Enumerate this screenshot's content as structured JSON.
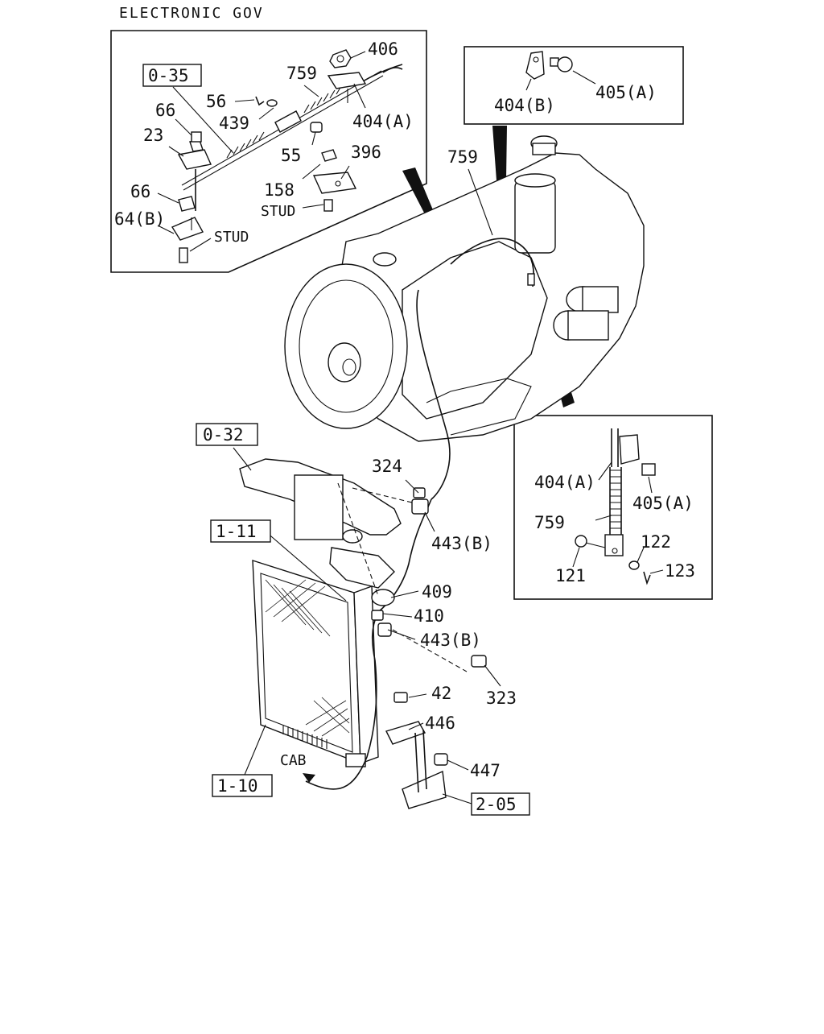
{
  "title": "ELECTRONIC GOV",
  "refs": {
    "r035": "0-35",
    "r032": "0-32",
    "r111": "1-11",
    "r110": "1-10",
    "r205": "2-05"
  },
  "words": {
    "stud": "STUD",
    "cab": "CAB"
  },
  "inset_left": {
    "p406": "406",
    "p759": "759",
    "p56": "56",
    "p439": "439",
    "p404a": "404(A)",
    "p66a": "66",
    "p23": "23",
    "p55": "55",
    "p396": "396",
    "p158": "158",
    "p66b": "66",
    "p64b": "64(B)"
  },
  "inset_top": {
    "p404b": "404(B)",
    "p405a": "405(A)"
  },
  "inset_right": {
    "p404a": "404(A)",
    "p405a": "405(A)",
    "p759": "759",
    "p122": "122",
    "p121": "121",
    "p123": "123"
  },
  "main": {
    "p759": "759",
    "p324": "324",
    "p443b1": "443(B)",
    "p409": "409",
    "p410": "410",
    "p443b2": "443(B)",
    "p323": "323",
    "p42": "42",
    "p446": "446",
    "p447": "447"
  }
}
